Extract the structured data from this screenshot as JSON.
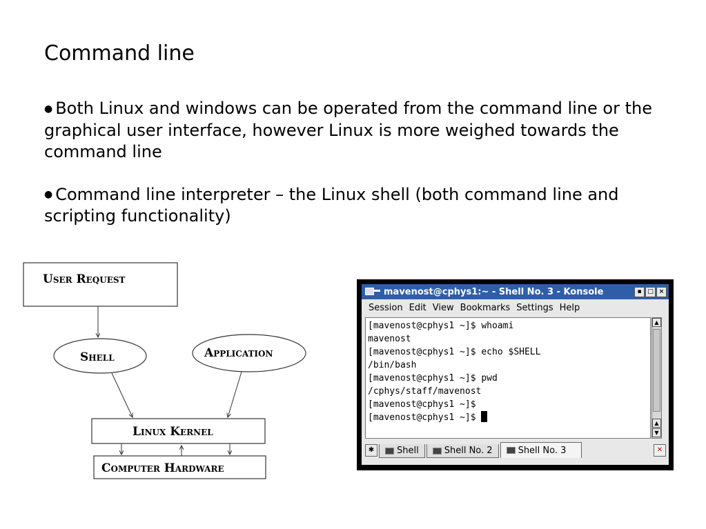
{
  "title": "Command line",
  "bullets": [
    "Both Linux and windows can be operated from the command line or the graphical user interface, however Linux is more weighed towards the command line",
    "Command line interpreter – the Linux shell (both command line and scripting functionality)"
  ],
  "diagram": {
    "user_request": "User Request",
    "shell": "Shell",
    "application": "Application",
    "linux_kernel": "Linux Kernel",
    "computer_hardware": "Computer Hardware"
  },
  "konsole": {
    "window_title": "mavenost@cphys1:~ - Shell No. 3 - Konsole",
    "menu": [
      "Session",
      "Edit",
      "View",
      "Bookmarks",
      "Settings",
      "Help"
    ],
    "lines": [
      "[mavenost@cphys1 ~]$ whoami",
      "mavenost",
      "[mavenost@cphys1 ~]$ echo $SHELL",
      "/bin/bash",
      "[mavenost@cphys1 ~]$ pwd",
      "/cphys/staff/mavenost",
      "[mavenost@cphys1 ~]$",
      "[mavenost@cphys1 ~]$ "
    ],
    "tabs": [
      "Shell",
      "Shell No. 2",
      "Shell No. 3"
    ],
    "active_tab": "Shell No. 3"
  }
}
